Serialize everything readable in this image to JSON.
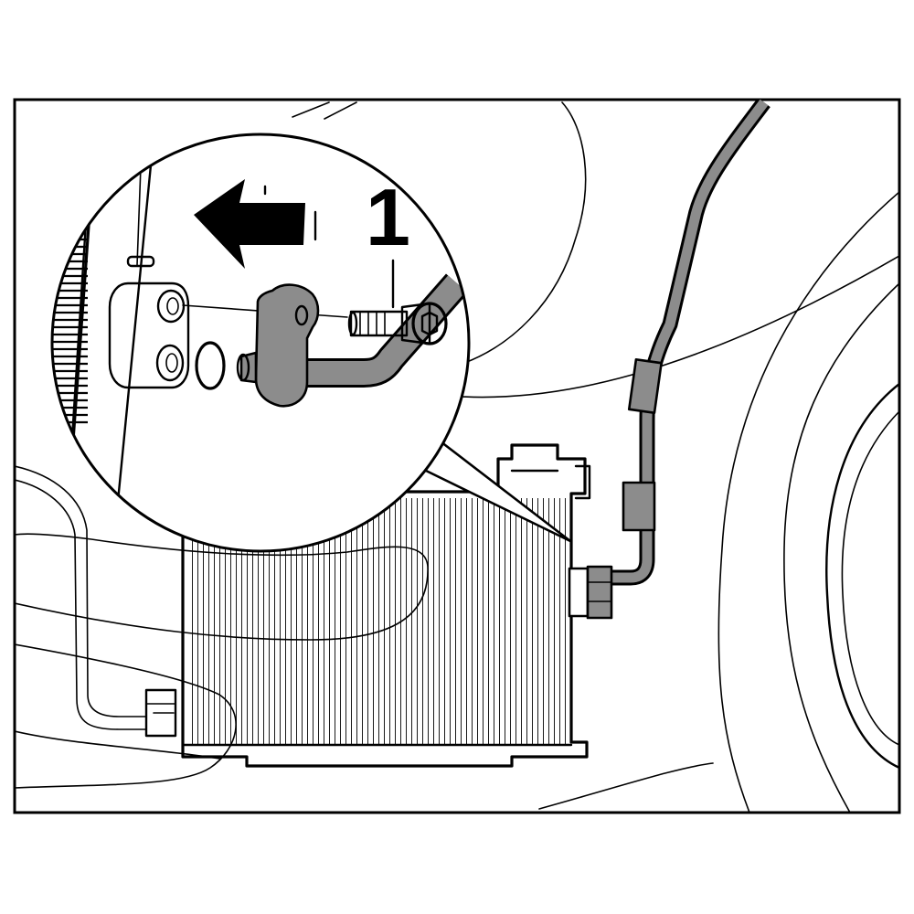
{
  "figure": {
    "callouts": [
      {
        "label": "1",
        "target": "hollow-screw"
      }
    ],
    "colors": {
      "line": "#000000",
      "background": "#ffffff",
      "highlighted_part": "#8c8c8c"
    },
    "icons": [
      "removal-direction-arrow"
    ]
  }
}
